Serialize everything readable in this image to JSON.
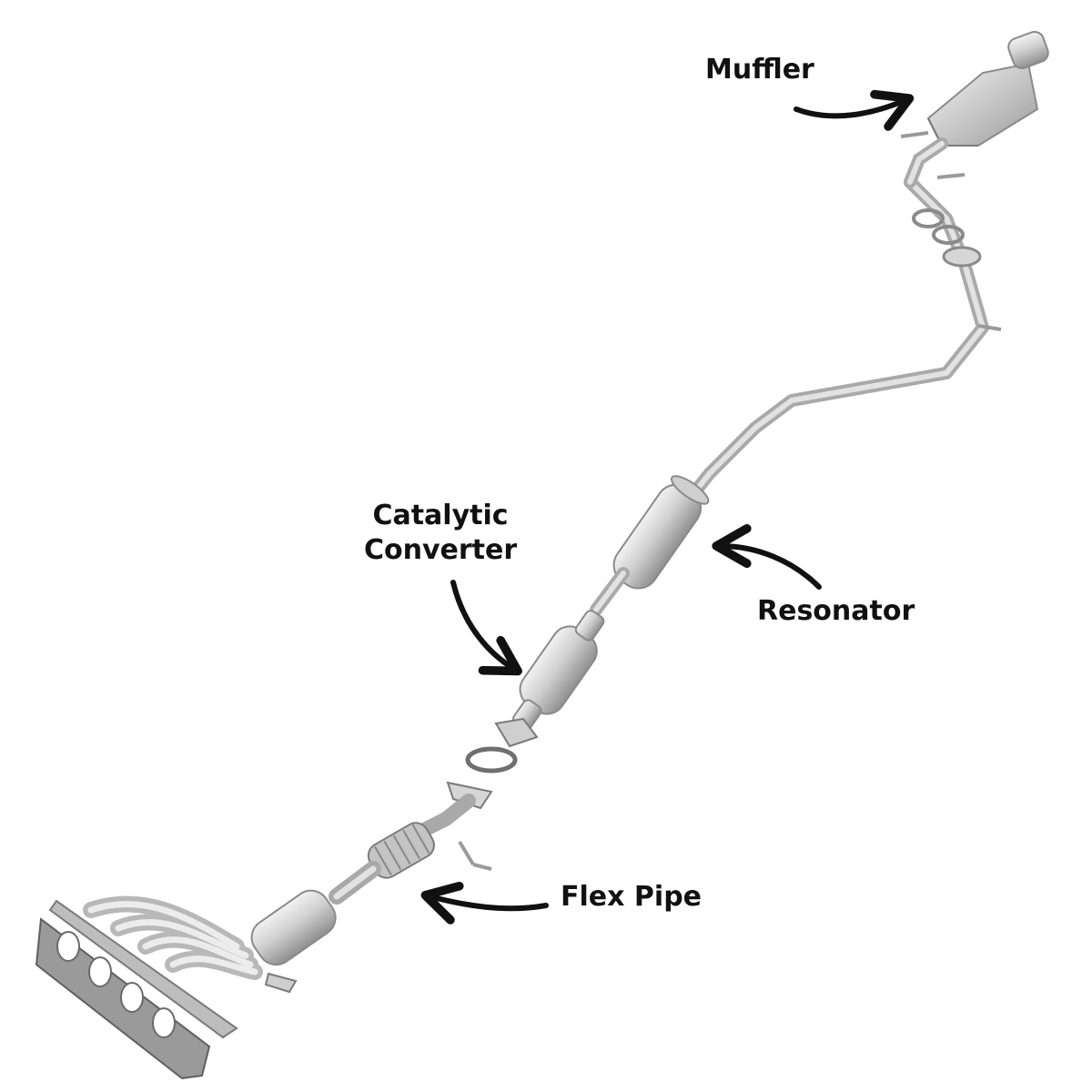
{
  "labels": {
    "muffler": "Muffler",
    "catalytic_line1": "Catalytic",
    "catalytic_line2": "Converter",
    "resonator": "Resonator",
    "flex_pipe": "Flex Pipe"
  },
  "colors": {
    "background": "#ffffff",
    "text": "#111111",
    "arrow": "#111111",
    "metal_light": "#e4e4e4",
    "metal_mid": "#bdbdbd",
    "metal_dark": "#8a8a8a"
  },
  "icons": [
    "exhaust-manifold-icon",
    "flex-pipe-icon",
    "catalytic-converter-icon",
    "resonator-icon",
    "muffler-icon",
    "gasket-icon",
    "curved-arrow-icon"
  ]
}
